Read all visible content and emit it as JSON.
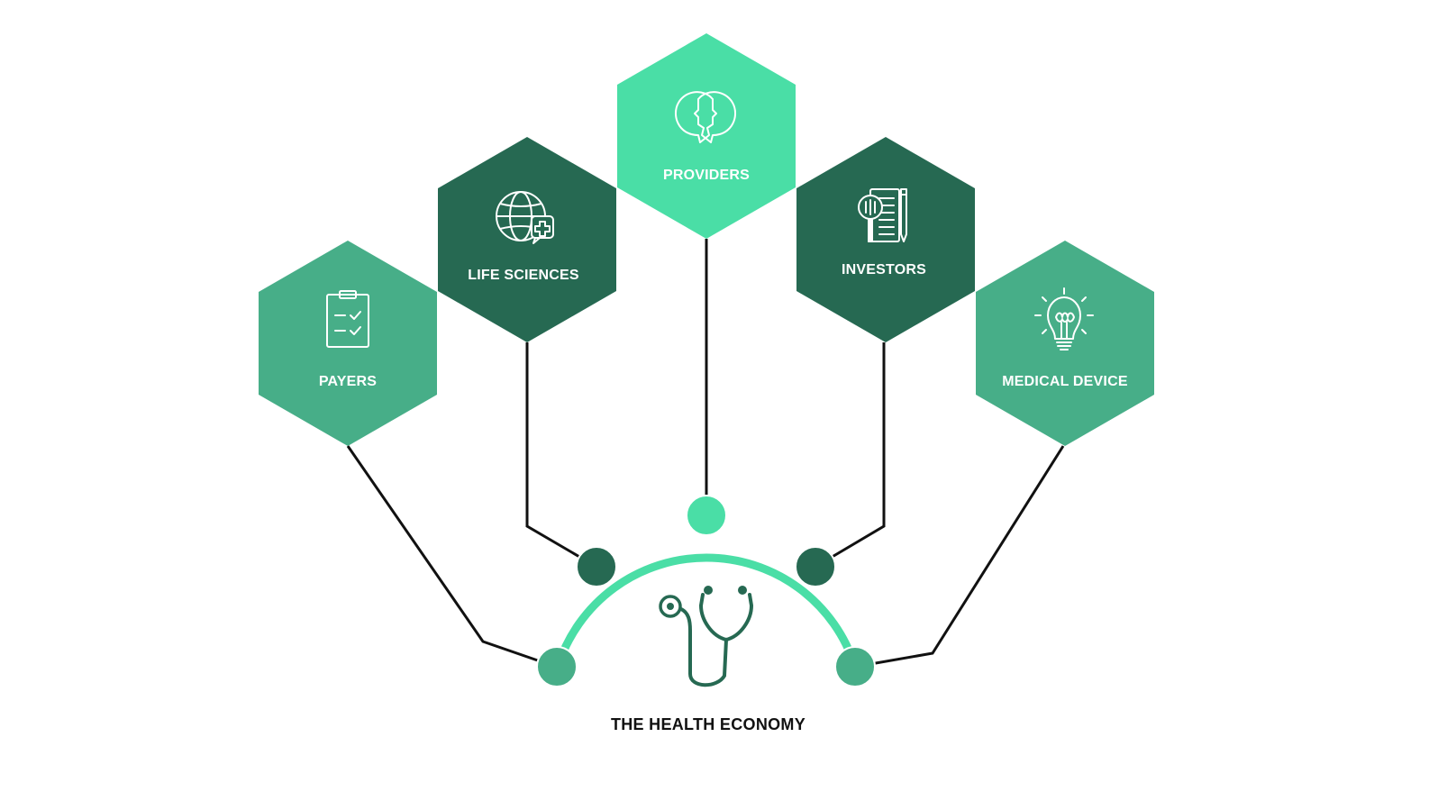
{
  "colors": {
    "light_green": "#4ADEA6",
    "mid_green": "#47AE88",
    "dark_green": "#266952",
    "connector": "#111111",
    "background": "#FFFFFF"
  },
  "center": {
    "title": "THE HEALTH ECONOMY",
    "icon": "stethoscope-icon"
  },
  "segments": [
    {
      "id": "payers",
      "label": "PAYERS",
      "icon": "clipboard-checklist-icon",
      "color": "#47AE88"
    },
    {
      "id": "life-sciences",
      "label": "LIFE SCIENCES",
      "icon": "globe-medical-icon",
      "color": "#266952"
    },
    {
      "id": "providers",
      "label": "PROVIDERS",
      "icon": "people-profiles-icon",
      "color": "#4ADEA6"
    },
    {
      "id": "investors",
      "label": "INVESTORS",
      "icon": "document-magnifier-icon",
      "color": "#266952"
    },
    {
      "id": "medical-device",
      "label": "MEDICAL DEVICE",
      "icon": "lightbulb-icon",
      "color": "#47AE88"
    }
  ]
}
